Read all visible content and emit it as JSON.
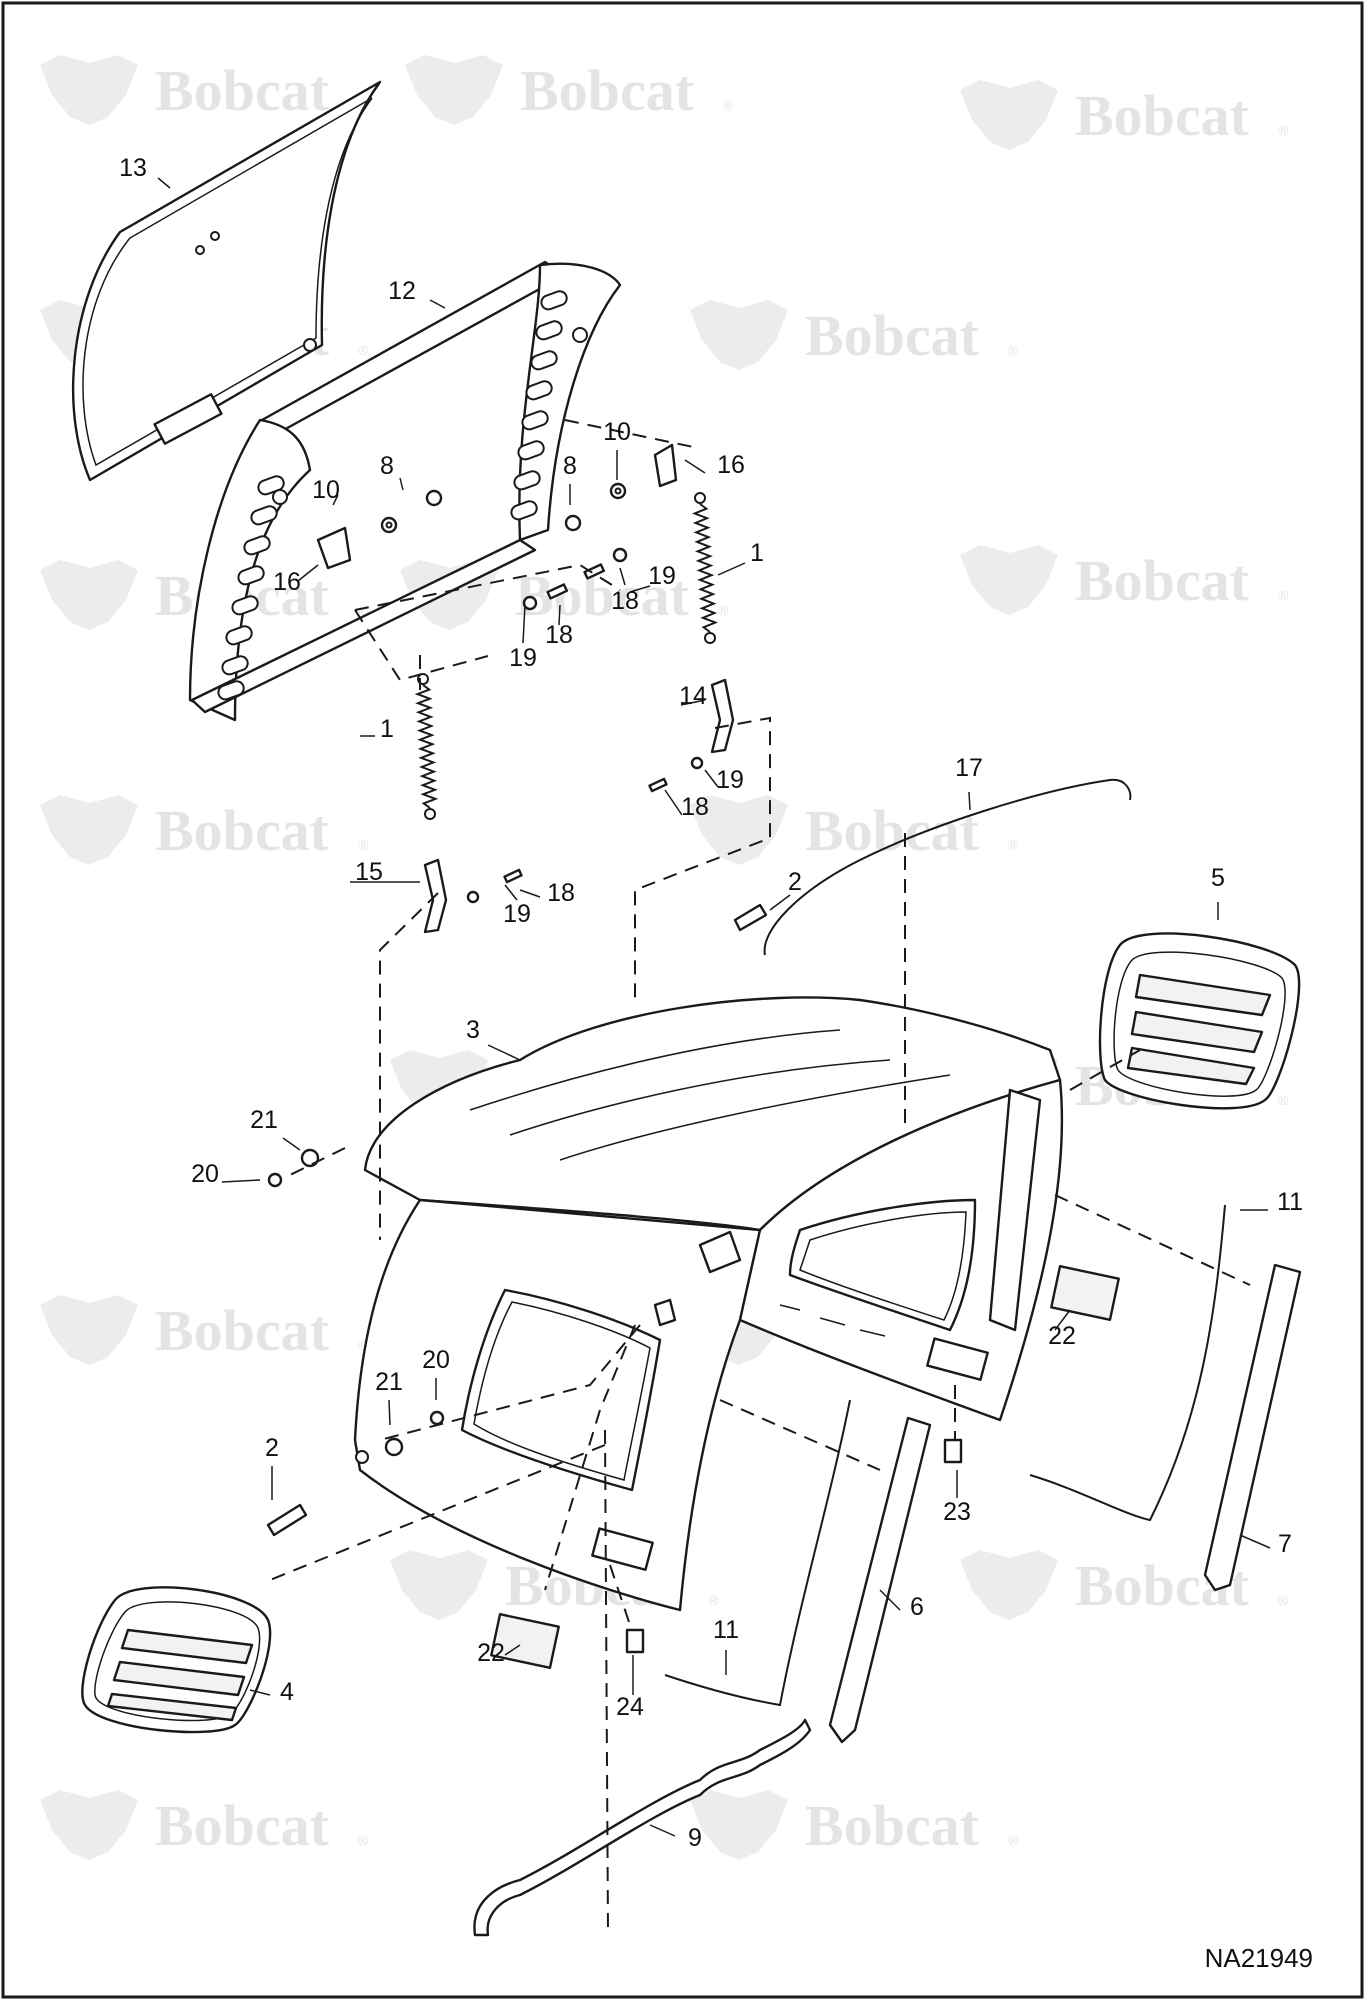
{
  "watermark": {
    "brand": "Bobcat",
    "mark": "®",
    "icon": "bobcat-head-icon"
  },
  "drawing_id": "NA21949",
  "callouts": [
    "13",
    "12",
    "10",
    "8",
    "8",
    "10",
    "16",
    "16",
    "1",
    "19",
    "18",
    "18",
    "19",
    "1",
    "14",
    "19",
    "18",
    "17",
    "15",
    "18",
    "19",
    "2",
    "5",
    "3",
    "21",
    "20",
    "11",
    "22",
    "20",
    "21",
    "2",
    "23",
    "7",
    "6",
    "11",
    "22",
    "4",
    "24",
    "9"
  ]
}
